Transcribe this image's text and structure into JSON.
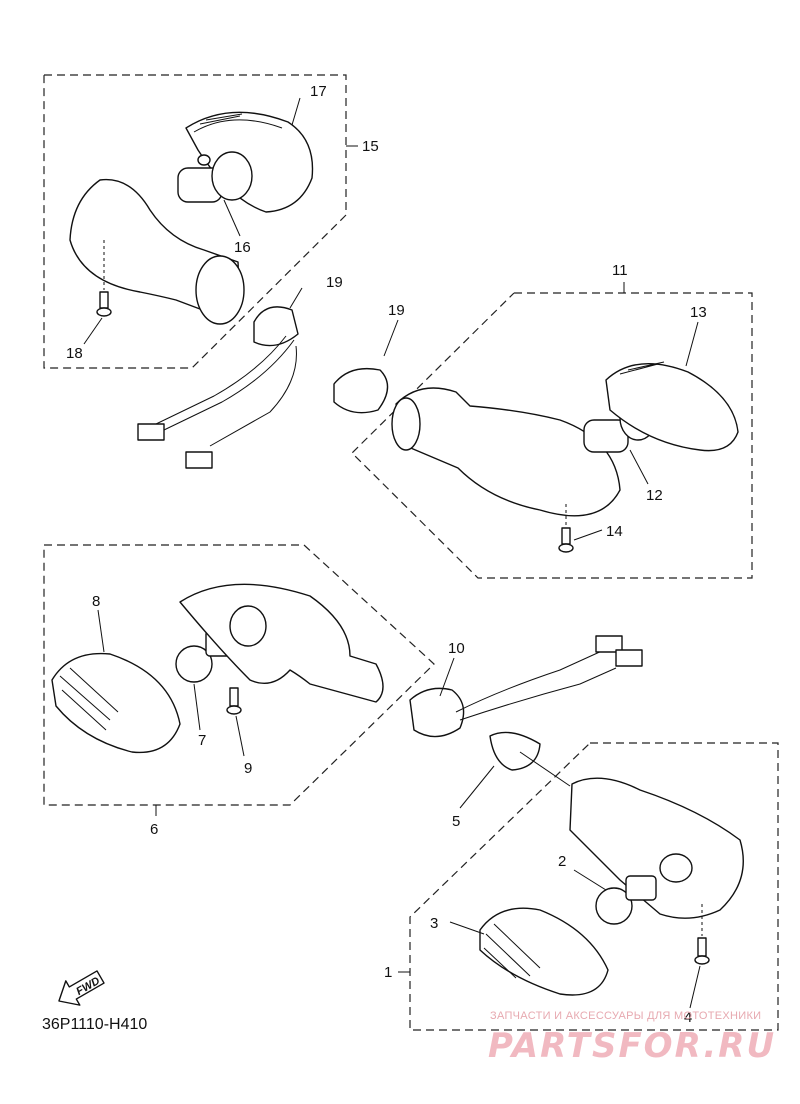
{
  "diagram": {
    "code": "36P1110-H410",
    "fwd_label": "FWD",
    "callouts": [
      "1",
      "2",
      "3",
      "4",
      "5",
      "6",
      "7",
      "8",
      "9",
      "10",
      "11",
      "12",
      "13",
      "14",
      "15",
      "16",
      "17",
      "18",
      "19",
      "19"
    ]
  },
  "watermark": {
    "tagline": "ЗАПЧАСТИ И АКСЕССУАРЫ ДЛЯ МОТОТЕХНИКИ",
    "brand": "PARTSFOR.RU"
  }
}
